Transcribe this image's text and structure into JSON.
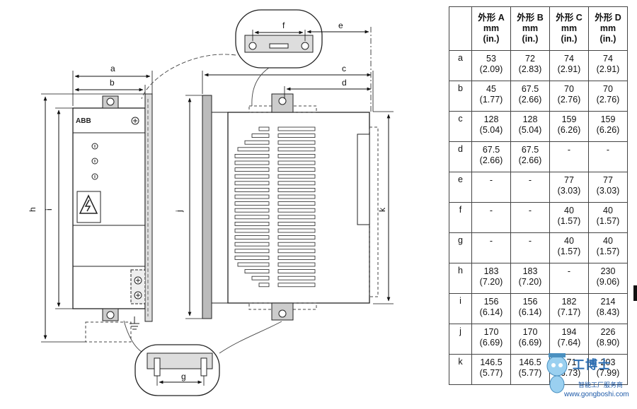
{
  "diagram": {
    "dimension_labels": {
      "a": "a",
      "b": "b",
      "c": "c",
      "d": "d",
      "e": "e",
      "f": "f",
      "g": "g",
      "h": "h",
      "i": "i",
      "j": "j",
      "k": "k"
    },
    "logo": "ABB",
    "icons": [
      "warning-triangle-icon",
      "screw-icon",
      "ground-icon"
    ]
  },
  "table": {
    "headers": [
      {
        "l1": "外形 A",
        "l2": "mm",
        "l3": "(in.)"
      },
      {
        "l1": "外形 B",
        "l2": "mm",
        "l3": "(in.)"
      },
      {
        "l1": "外形 C",
        "l2": "mm",
        "l3": "(in.)"
      },
      {
        "l1": "外形 D",
        "l2": "mm",
        "l3": "(in.)"
      }
    ],
    "rows": [
      {
        "key": "a",
        "cells": [
          [
            "53",
            "(2.09)"
          ],
          [
            "72",
            "(2.83)"
          ],
          [
            "74",
            "(2.91)"
          ],
          [
            "74",
            "(2.91)"
          ]
        ]
      },
      {
        "key": "b",
        "cells": [
          [
            "45",
            "(1.77)"
          ],
          [
            "67.5",
            "(2.66)"
          ],
          [
            "70",
            "(2.76)"
          ],
          [
            "70",
            "(2.76)"
          ]
        ]
      },
      {
        "key": "c",
        "cells": [
          [
            "128",
            "(5.04)"
          ],
          [
            "128",
            "(5.04)"
          ],
          [
            "159",
            "(6.26)"
          ],
          [
            "159",
            "(6.26)"
          ]
        ]
      },
      {
        "key": "d",
        "cells": [
          [
            "67.5",
            "(2.66)"
          ],
          [
            "67.5",
            "(2.66)"
          ],
          [
            "-",
            ""
          ],
          [
            "-",
            ""
          ]
        ]
      },
      {
        "key": "e",
        "cells": [
          [
            "-",
            ""
          ],
          [
            "-",
            ""
          ],
          [
            "77",
            "(3.03)"
          ],
          [
            "77",
            "(3.03)"
          ]
        ]
      },
      {
        "key": "f",
        "cells": [
          [
            "-",
            ""
          ],
          [
            "-",
            ""
          ],
          [
            "40",
            "(1.57)"
          ],
          [
            "40",
            "(1.57)"
          ]
        ]
      },
      {
        "key": "g",
        "cells": [
          [
            "-",
            ""
          ],
          [
            "-",
            ""
          ],
          [
            "40",
            "(1.57)"
          ],
          [
            "40",
            "(1.57)"
          ]
        ]
      },
      {
        "key": "h",
        "cells": [
          [
            "183",
            "(7.20)"
          ],
          [
            "183",
            "(7.20)"
          ],
          [
            "-",
            ""
          ],
          [
            "230",
            "(9.06)"
          ]
        ]
      },
      {
        "key": "i",
        "cells": [
          [
            "156",
            "(6.14)"
          ],
          [
            "156",
            "(6.14)"
          ],
          [
            "182",
            "(7.17)"
          ],
          [
            "214",
            "(8.43)"
          ]
        ]
      },
      {
        "key": "j",
        "cells": [
          [
            "170",
            "(6.69)"
          ],
          [
            "170",
            "(6.69)"
          ],
          [
            "194",
            "(7.64)"
          ],
          [
            "226",
            "(8.90)"
          ]
        ]
      },
      {
        "key": "k",
        "cells": [
          [
            "146.5",
            "(5.77)"
          ],
          [
            "146.5",
            "(5.77)"
          ],
          [
            "171",
            "(6.73)"
          ],
          [
            "203",
            "(7.99)"
          ]
        ]
      }
    ]
  },
  "watermark": {
    "brand": "工博士",
    "tagline": "智能工厂服务商",
    "site": "www.gongboshi.com"
  }
}
